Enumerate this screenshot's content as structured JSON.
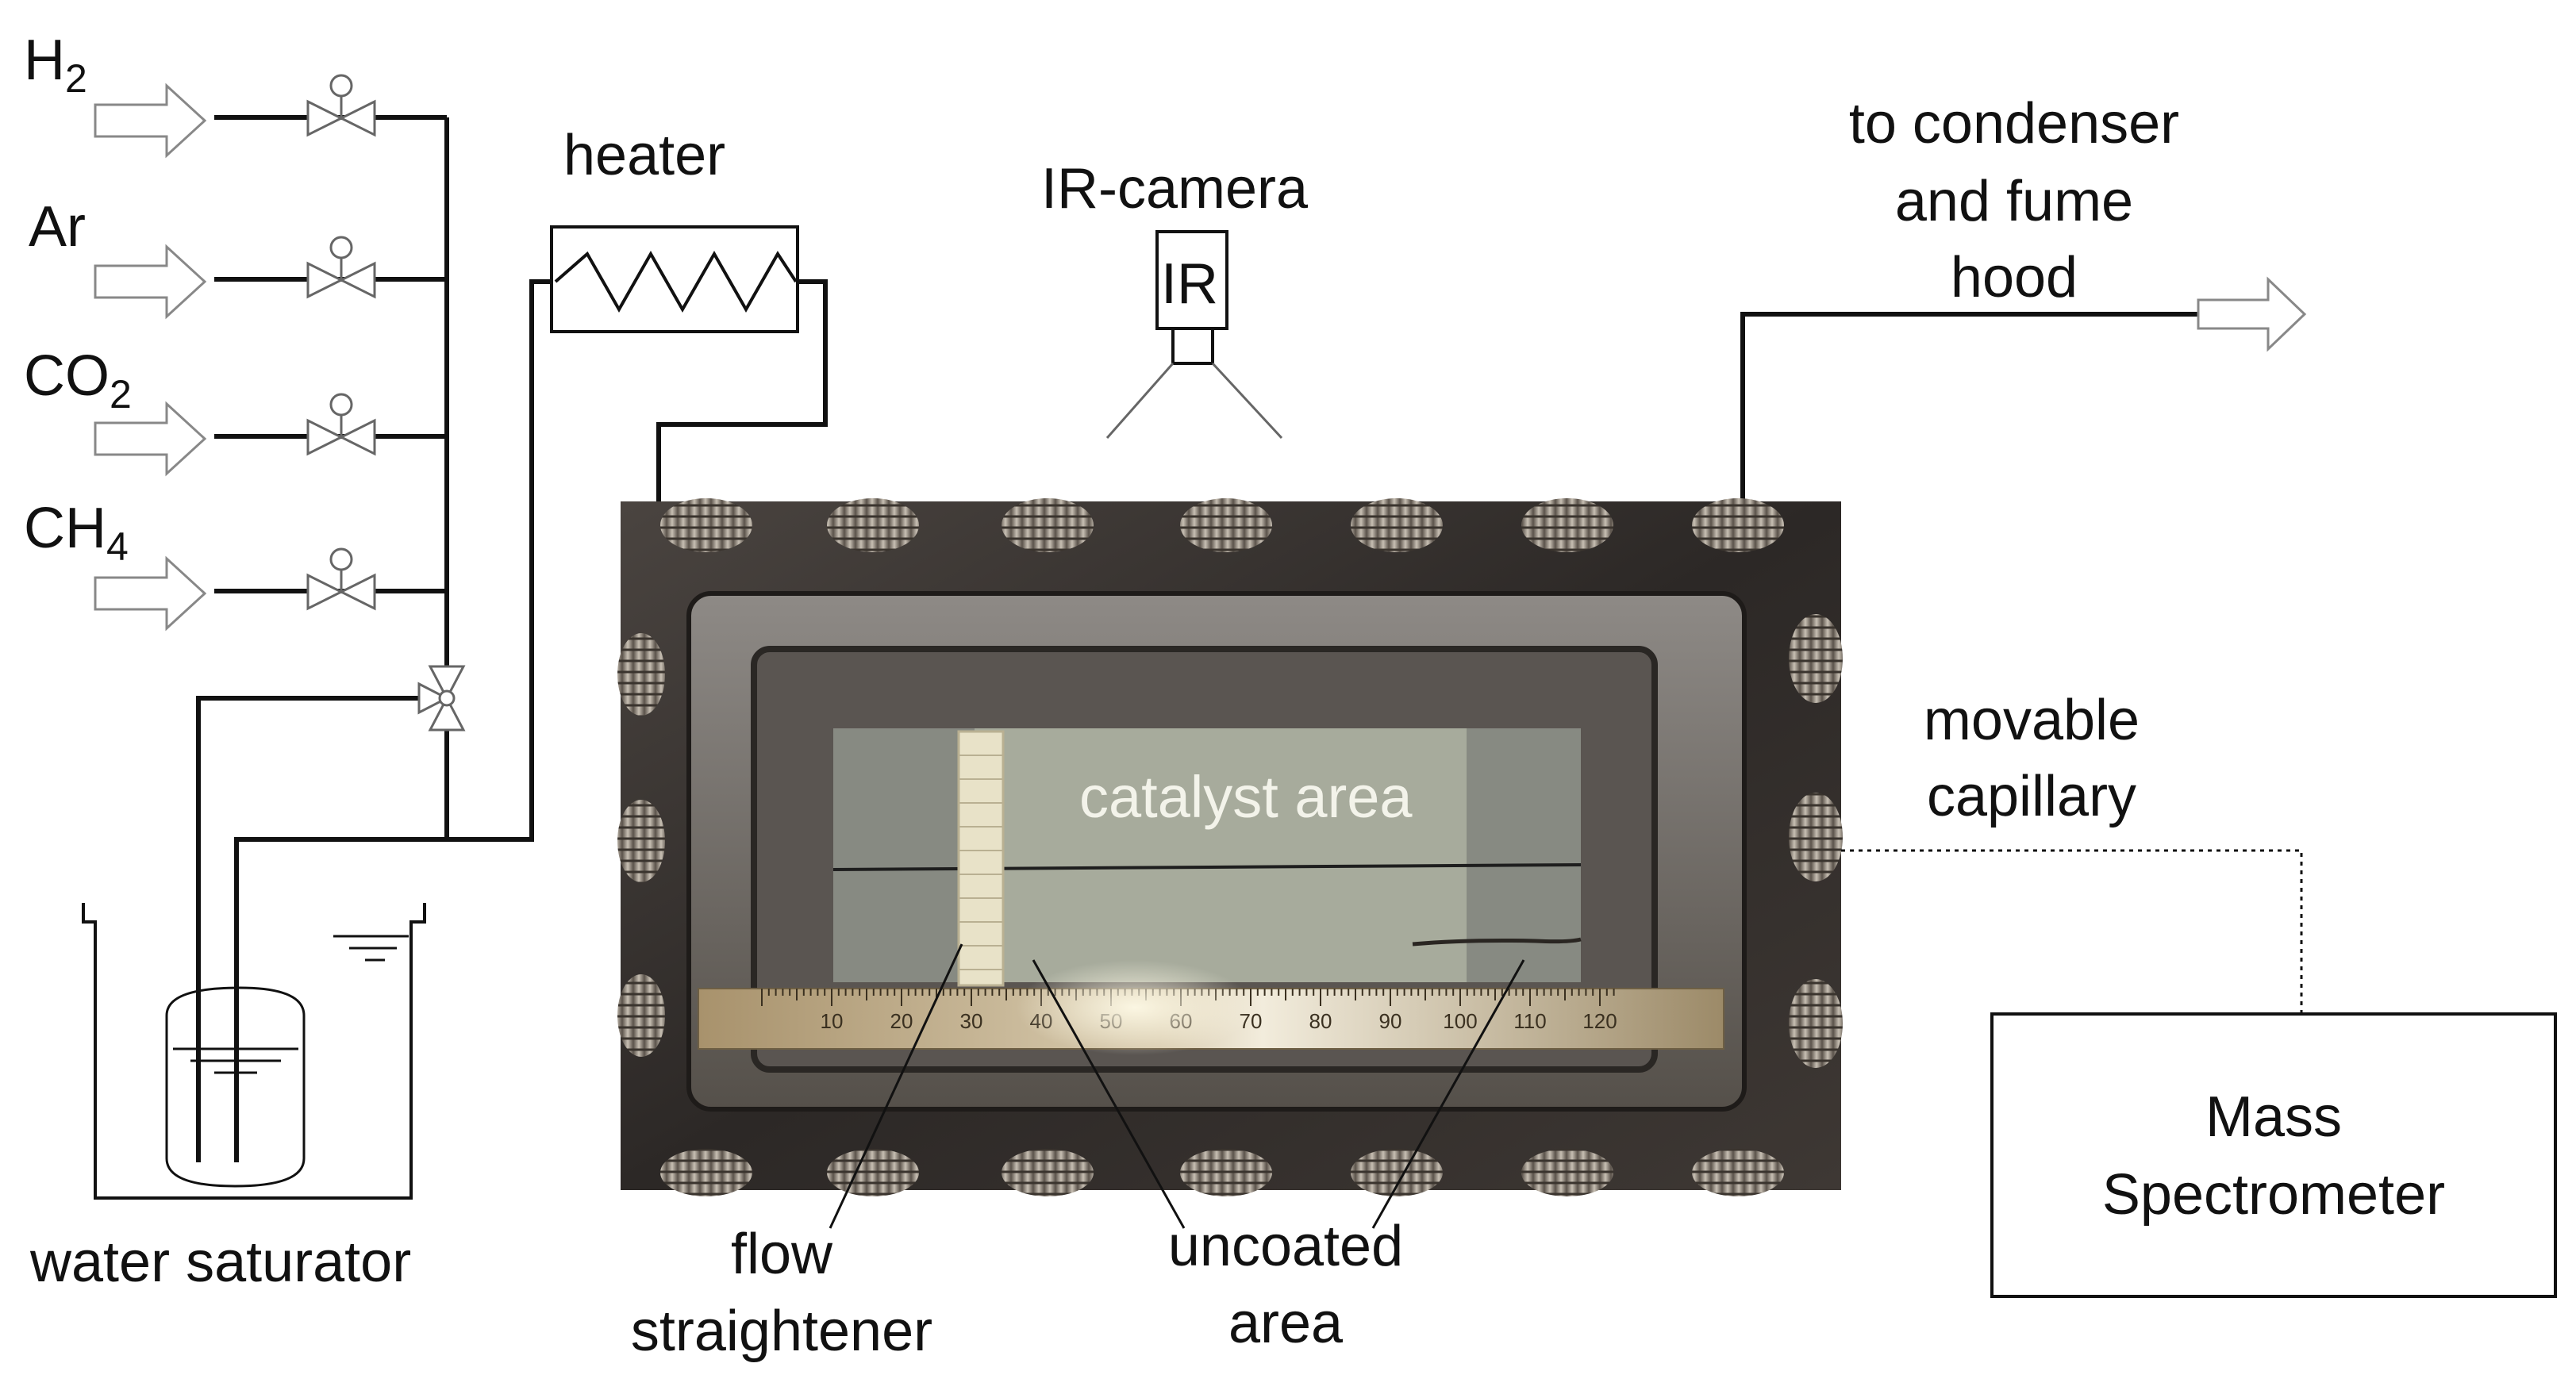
{
  "gases": [
    {
      "name": "H",
      "sub": "2"
    },
    {
      "name": "Ar",
      "sub": ""
    },
    {
      "name": "CO",
      "sub": "2"
    },
    {
      "name": "CH",
      "sub": "4"
    }
  ],
  "labels": {
    "heater": "heater",
    "ir_camera": "IR-camera",
    "ir_box": "IR",
    "to_condenser": [
      "to condenser",
      "and fume",
      "hood"
    ],
    "catalyst_area": "catalyst area",
    "movable_capillary": [
      "movable",
      "capillary"
    ],
    "mass_spectrometer": [
      "Mass",
      "Spectrometer"
    ],
    "water_saturator": "water saturator",
    "flow_straightener": [
      "flow",
      "straightener"
    ],
    "uncoated_area": [
      "uncoated",
      "area"
    ]
  },
  "ruler_ticks": [
    "10",
    "20",
    "30",
    "40",
    "50",
    "60",
    "70",
    "80",
    "90",
    "100",
    "110",
    "120"
  ],
  "colors": {
    "line": "#111111",
    "arrow_outline": "#888888",
    "photo_frame": "#3a3633",
    "catalyst": "#a7ab9c",
    "straightener": "#e8e2c8",
    "ruler": "#c8b896"
  }
}
